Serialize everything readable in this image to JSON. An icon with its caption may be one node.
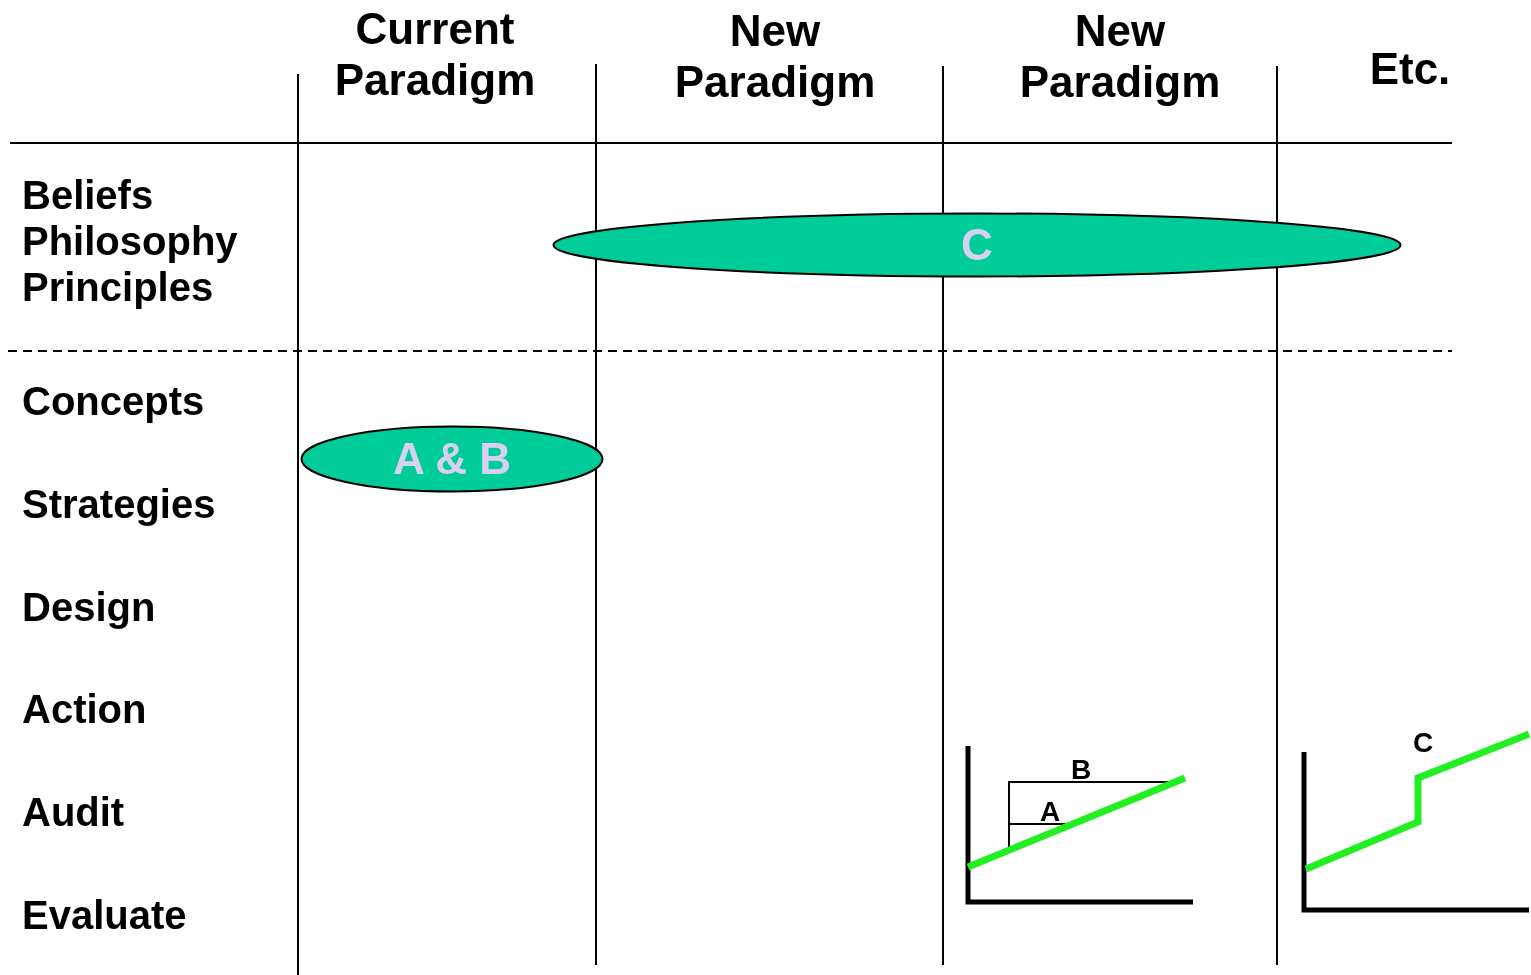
{
  "diagram": {
    "nodes": [
      {
        "text": [
          "C"
        ]
      },
      {
        "text": [
          "A & B"
        ]
      }
    ],
    "edges": [],
    "labels": [
      "Current Paradigm",
      "New Paradigm",
      "New Paradigm",
      "Etc.",
      "Beliefs Philosophy Principles",
      "Concepts",
      "Strategies",
      "Design",
      "Action",
      "Audit",
      "Evaluate",
      "B",
      "A",
      "C"
    ]
  }
}
